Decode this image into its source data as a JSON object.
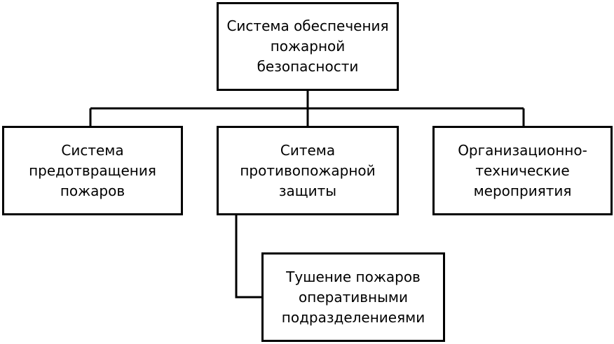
{
  "diagram": {
    "root": {
      "label": "Система обеспечения\nпожарной\nбезопасности"
    },
    "children": [
      {
        "label": "Система\nпредотвращения\nпожаров"
      },
      {
        "label": "Ситема\nпротивопожарной\nзащиты"
      },
      {
        "label": "Организационно-\nтехнические\nмероприятия"
      }
    ],
    "subchild": {
      "label": "Тушение пожаров\nоперативными\nподразделениеями"
    },
    "colors": {
      "line": "#000000",
      "box_fill": "#ffffff"
    }
  }
}
